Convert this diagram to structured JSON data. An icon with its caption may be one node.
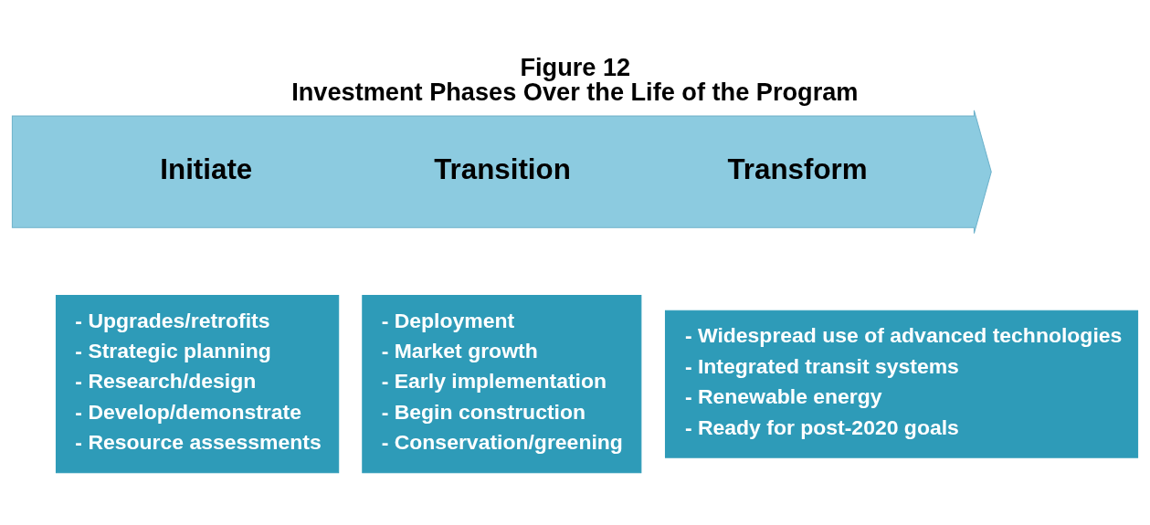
{
  "diagram": {
    "title": "Figure 12",
    "caption": "Investment Phases Over the Life of the Program",
    "nodes": [
      {
        "text": [
          "Initiate",
          "Transition",
          "Transform"
        ]
      },
      {
        "text": [
          "- Upgrades/retrofits",
          "- Strategic planning",
          "- Research/design",
          "- Develop/demonstrate",
          "- Resource assessments"
        ]
      },
      {
        "text": [
          "- Deployment",
          "- Market growth",
          "- Early implementation",
          "- Begin construction",
          "- Conservation/greening"
        ]
      },
      {
        "text": [
          "- Widespread use of advanced technologies",
          "- Integrated transit systems",
          "- Renewable energy",
          "- Ready for post-2020 goals"
        ]
      }
    ],
    "edges": []
  }
}
